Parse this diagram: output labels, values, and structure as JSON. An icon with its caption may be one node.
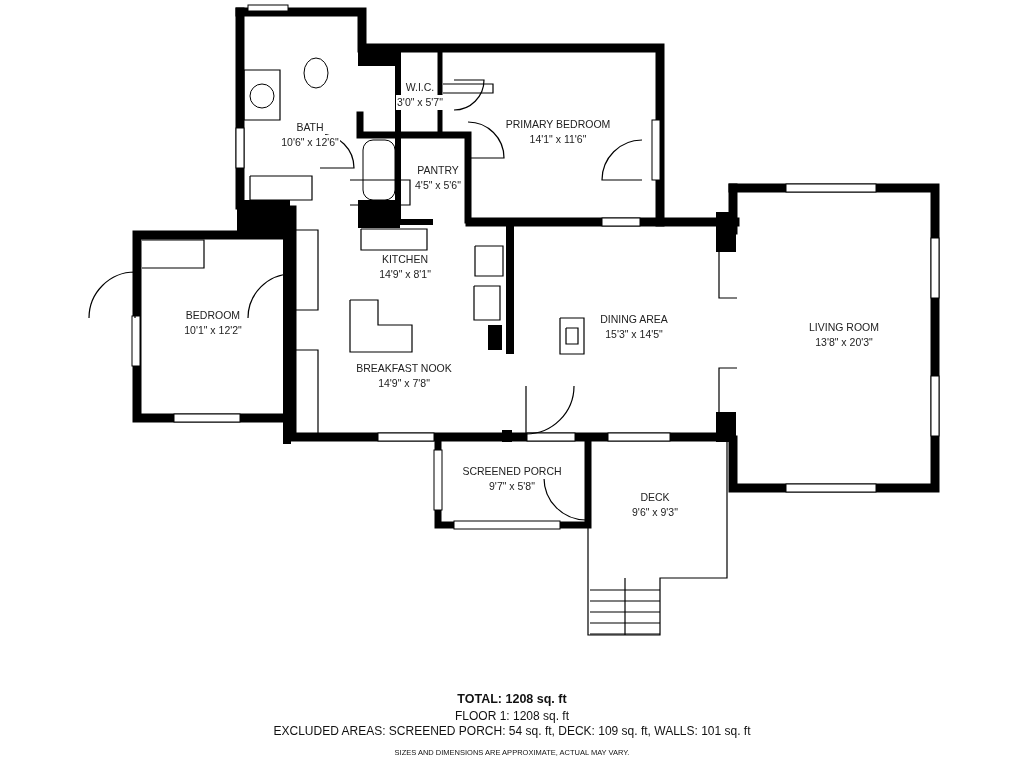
{
  "diagram": {
    "nodes": [
      {
        "text": [
          "W.I.C.",
          "3'0\" x 5'7\""
        ]
      },
      {
        "text": [
          "BATH",
          "10'6\" x 12'6\""
        ]
      },
      {
        "text": [
          "PRIMARY BEDROOM",
          "14'1\" x 11'6\""
        ]
      },
      {
        "text": [
          "PANTRY",
          "4'5\" x 5'6\""
        ]
      },
      {
        "text": [
          "KITCHEN",
          "14'9\" x 8'1\""
        ]
      },
      {
        "text": [
          "BEDROOM",
          "10'1\" x 12'2\""
        ]
      },
      {
        "text": [
          "DINING AREA",
          "15'3\" x 14'5\""
        ]
      },
      {
        "text": [
          "LIVING ROOM",
          "13'8\" x 20'3\""
        ]
      },
      {
        "text": [
          "BREAKFAST NOOK",
          "14'9\" x 7'8\""
        ]
      },
      {
        "text": [
          "SCREENED PORCH",
          "9'7\" x 5'8\""
        ]
      },
      {
        "text": [
          "DECK",
          "9'6\" x 9'3\""
        ]
      }
    ],
    "labels": [
      "TOTAL: 1208 sq. ft",
      "FLOOR 1: 1208 sq. ft",
      "EXCLUDED AREAS: SCREENED PORCH: 54 sq. ft, DECK: 109 sq. ft, WALLS: 101 sq. ft",
      "SIZES AND DIMENSIONS ARE APPROXIMATE, ACTUAL MAY VARY."
    ]
  }
}
